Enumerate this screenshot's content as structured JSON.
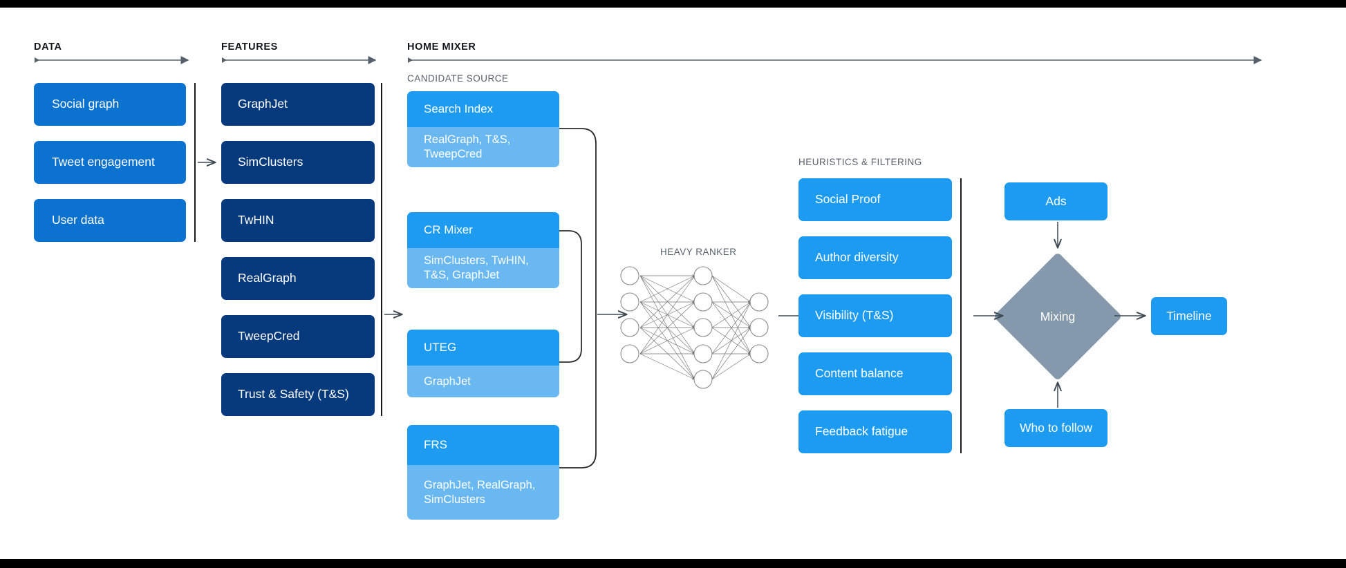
{
  "sections": {
    "data": {
      "title": "DATA"
    },
    "features": {
      "title": "FEATURES"
    },
    "home_mixer": {
      "title": "HOME MIXER"
    },
    "candidate_source": {
      "title": "CANDIDATE SOURCE"
    },
    "heavy_ranker": {
      "title": "HEAVY RANKER"
    },
    "heuristics": {
      "title": "HEURISTICS & FILTERING"
    }
  },
  "data_boxes": [
    {
      "label": "Social graph"
    },
    {
      "label": "Tweet engagement"
    },
    {
      "label": "User data"
    }
  ],
  "feature_boxes": [
    {
      "label": "GraphJet"
    },
    {
      "label": "SimClusters"
    },
    {
      "label": "TwHIN"
    },
    {
      "label": "RealGraph"
    },
    {
      "label": "TweepCred"
    },
    {
      "label": "Trust & Safety (T&S)"
    }
  ],
  "candidate_sources": [
    {
      "name": "Search Index",
      "features": "RealGraph, T&S, TweepCred"
    },
    {
      "name": "CR Mixer",
      "features": "SimClusters, TwHIN, T&S, GraphJet"
    },
    {
      "name": "UTEG",
      "features": "GraphJet"
    },
    {
      "name": "FRS",
      "features": "GraphJet, RealGraph, SimClusters"
    }
  ],
  "heuristics_boxes": [
    {
      "label": "Social Proof"
    },
    {
      "label": "Author diversity"
    },
    {
      "label": "Visibility (T&S)"
    },
    {
      "label": "Content balance"
    },
    {
      "label": "Feedback fatigue"
    }
  ],
  "mixing": {
    "ads_label": "Ads",
    "who_to_follow_label": "Who to follow",
    "diamond_label": "Mixing",
    "timeline_label": "Timeline"
  },
  "neural_net": {
    "input_nodes": 4,
    "hidden_nodes": 5,
    "output_nodes": 3
  },
  "colors": {
    "data_blue": "#0b72d0",
    "feature_navy": "#063a7d",
    "accent_blue": "#1d9bf0",
    "light_blue": "#69b8f2",
    "diamond_gray": "#8499ac",
    "rule_dark": "#1a1a1a",
    "arrow_gray": "#55606b",
    "heading_dark": "#14171a"
  }
}
